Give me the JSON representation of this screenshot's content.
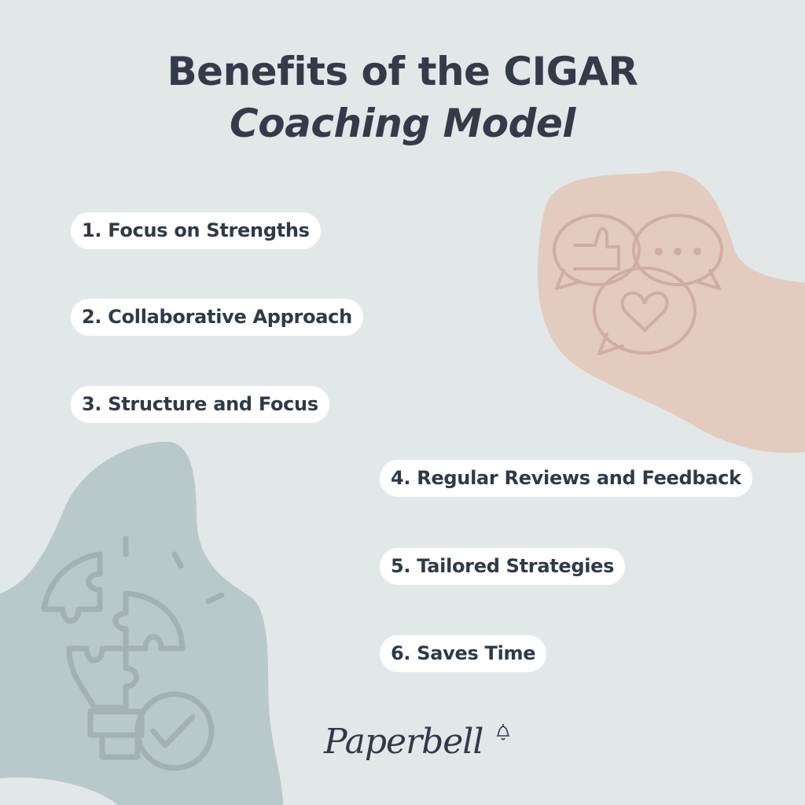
{
  "title": {
    "line1": "Benefits of the CIGAR",
    "line2": "Coaching Model"
  },
  "benefits": [
    {
      "label": "1. Focus on Strengths"
    },
    {
      "label": "2. Collaborative Approach"
    },
    {
      "label": "3. Structure and Focus"
    },
    {
      "label": "4. Regular Reviews and Feedback"
    },
    {
      "label": "5. Tailored Strategies"
    },
    {
      "label": "6. Saves Time"
    }
  ],
  "brand": {
    "name": "Paperbell"
  },
  "colors": {
    "background": "#e2e8e8",
    "peach_blob": "#e3cbbf",
    "gray_blob": "#b9c8c8",
    "text": "#2f3a48"
  },
  "icons": [
    "chat-bubbles-icon",
    "puzzle-lightbulb-icon",
    "bell-icon"
  ]
}
